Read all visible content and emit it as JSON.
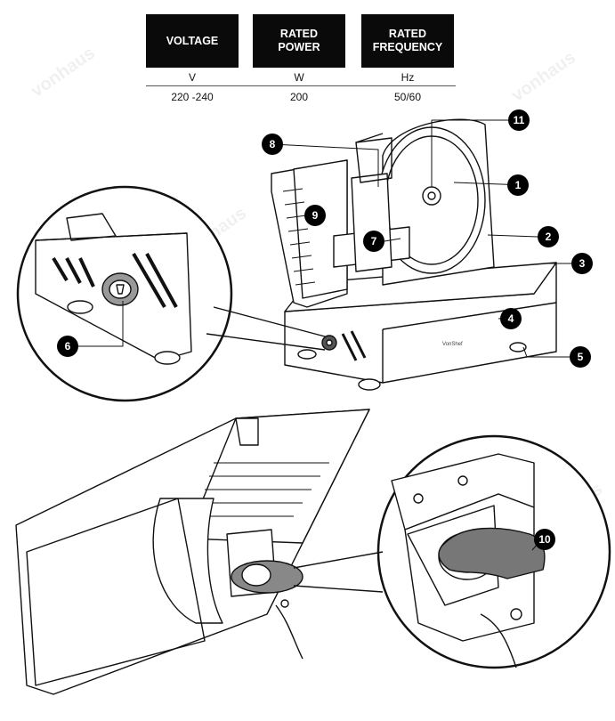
{
  "specs": {
    "headers": [
      "VOLTAGE",
      "RATED\nPOWER",
      "RATED\nFREQUENCY"
    ],
    "units": [
      "V",
      "W",
      "Hz"
    ],
    "values": [
      "220 -240",
      "200",
      "50/60"
    ]
  },
  "callouts": [
    "1",
    "2",
    "3",
    "4",
    "5",
    "6",
    "7",
    "8",
    "9",
    "10",
    "11"
  ],
  "brand_label": "VonShef",
  "watermark": "vonhaus"
}
